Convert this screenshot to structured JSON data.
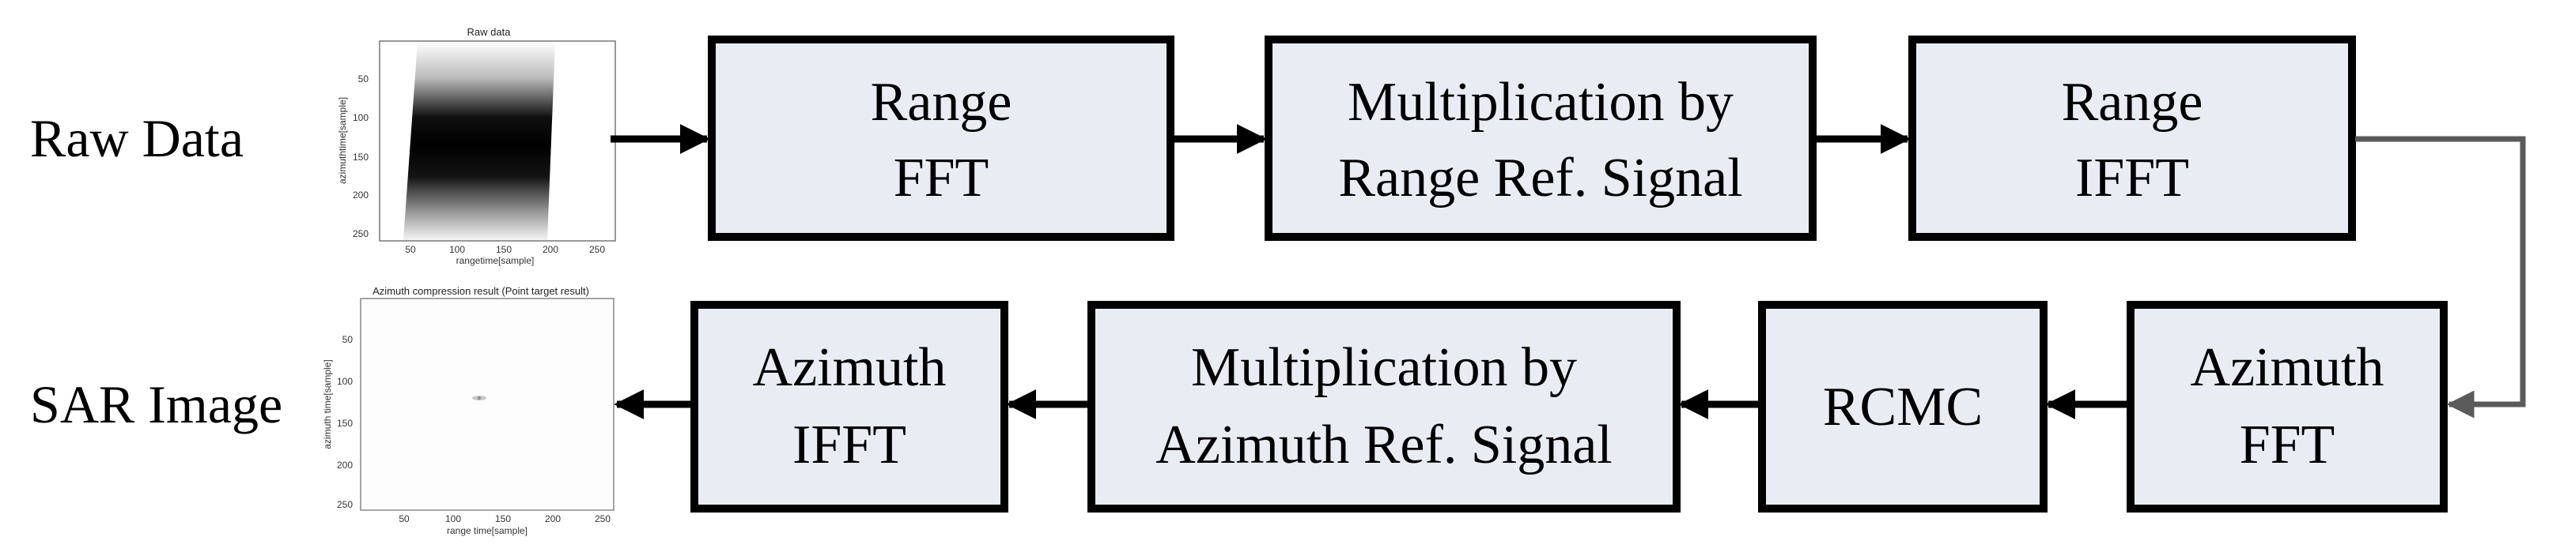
{
  "labels": {
    "raw_data": "Raw Data",
    "sar_image": "SAR Image"
  },
  "boxes": {
    "range_fft": [
      "Range",
      "FFT"
    ],
    "mult_range": [
      "Multiplication by",
      "Range Ref. Signal"
    ],
    "range_ifft": [
      "Range",
      "IFFT"
    ],
    "azimuth_fft": [
      "Azimuth",
      "FFT"
    ],
    "rcmc": [
      "RCMC"
    ],
    "mult_azimuth": [
      "Multiplication by",
      "Azimuth Ref. Signal"
    ],
    "azimuth_ifft": [
      "Azimuth",
      "IFFT"
    ]
  },
  "raw_plot": {
    "title": "Raw data",
    "xlabel": "rangetime[sample]",
    "ylabel": "azimuthtime[sample]",
    "xticks": [
      "50",
      "100",
      "150",
      "200",
      "250"
    ],
    "yticks": [
      "50",
      "100",
      "150",
      "200",
      "250"
    ]
  },
  "sar_plot": {
    "title": "Azimuth compression result (Point target result)",
    "xlabel": "range time[sample]",
    "ylabel": "azimuth time[sample]",
    "xticks": [
      "50",
      "100",
      "150",
      "200",
      "250"
    ],
    "yticks": [
      "50",
      "100",
      "150",
      "200",
      "250"
    ]
  },
  "colors": {
    "box_fill": "#e9edf3",
    "box_stroke": "#000000",
    "connector_gray": "#5a5a5a"
  }
}
